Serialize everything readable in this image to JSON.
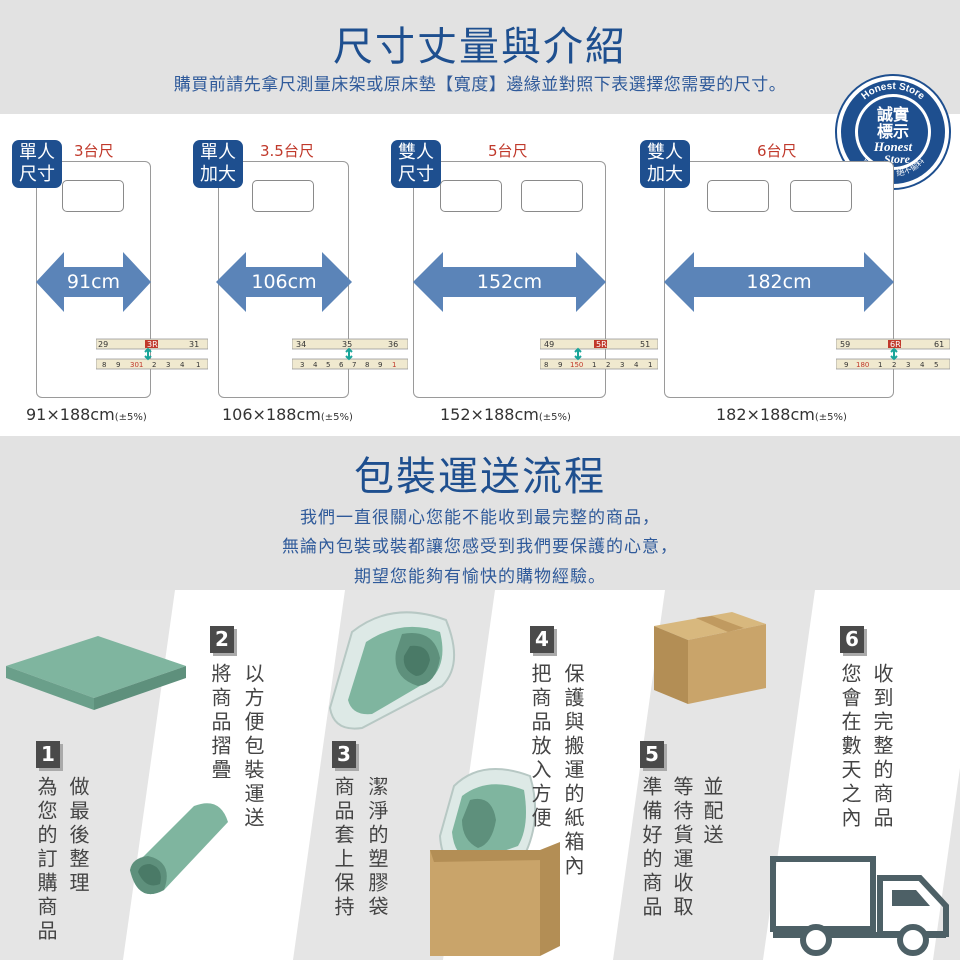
{
  "header": {
    "title": "尺寸丈量與介紹",
    "subtitle": "購買前請先拿尺測量床架或原床墊【寬度】邊緣並對照下表選擇您需要的尺寸。"
  },
  "badge": {
    "top_text": "Honest Store",
    "cn_line1": "誠實",
    "cn_line2": "標示",
    "en_line1": "Honest",
    "en_line2": "Store",
    "bottom_text": "足量足長・絕不偷料"
  },
  "sizes": [
    {
      "tag_line1": "單人",
      "tag_line2": "尺寸",
      "tai": "3台尺",
      "width": "91cm",
      "dimension": "91×188cm",
      "tolerance": "(±5%)",
      "tape_top": [
        "29",
        "3R",
        "31"
      ],
      "tape_bottom": [
        "8",
        "9",
        "301",
        "2",
        "3",
        "4",
        "1"
      ]
    },
    {
      "tag_line1": "單人",
      "tag_line2": "加大",
      "tai": "3.5台尺",
      "width": "106cm",
      "dimension": "106×188cm",
      "tolerance": "(±5%)",
      "tape_top": [
        "34",
        "35",
        "36"
      ],
      "tape_bottom": [
        "3",
        "4",
        "5",
        "6",
        "7",
        "8",
        "9",
        "1"
      ]
    },
    {
      "tag_line1": "雙人",
      "tag_line2": "尺寸",
      "tai": "5台尺",
      "width": "152cm",
      "dimension": "152×188cm",
      "tolerance": "(±5%)",
      "tape_top": [
        "49",
        "5R",
        "51"
      ],
      "tape_bottom": [
        "8",
        "9",
        "150",
        "1",
        "2",
        "3",
        "4",
        "1"
      ]
    },
    {
      "tag_line1": "雙人",
      "tag_line2": "加大",
      "tai": "6台尺",
      "width": "182cm",
      "dimension": "182×188cm",
      "tolerance": "(±5%)",
      "tape_top": [
        "59",
        "6R",
        "61"
      ],
      "tape_bottom": [
        "9",
        "180",
        "1",
        "2",
        "3",
        "4",
        "5"
      ]
    }
  ],
  "shipping": {
    "title": "包裝運送流程",
    "line1": "我們一直很關心您能不能收到最完整的商品，",
    "line2": "無論內包裝或裝都讓您感受到我們要保護的心意，",
    "line3": "期望您能夠有愉快的購物經驗。"
  },
  "steps": [
    {
      "number": "1",
      "col1": "做最後整理",
      "col2": "為您的訂購商品"
    },
    {
      "number": "2",
      "col1": "以方便包裝運送",
      "col2": "將商品摺疊"
    },
    {
      "number": "3",
      "col1": "潔淨的塑膠袋",
      "col2": "商品套上保持"
    },
    {
      "number": "4",
      "col1": "保護與搬運的紙箱內",
      "col2": "把商品放入方便"
    },
    {
      "number": "5",
      "col1": "並配送",
      "col2": "等待貨運收取",
      "col3": "準備好的商品"
    },
    {
      "number": "6",
      "col1": "收到完整的商品",
      "col2": "您會在數天之內"
    }
  ],
  "colors": {
    "brand_blue": "#1e4f8f",
    "arrow_blue": "#5b84b8",
    "mint": "#7fb59f",
    "box": "#c9a46a",
    "truck": "#4d6066",
    "tai_red": "#c0392b"
  }
}
